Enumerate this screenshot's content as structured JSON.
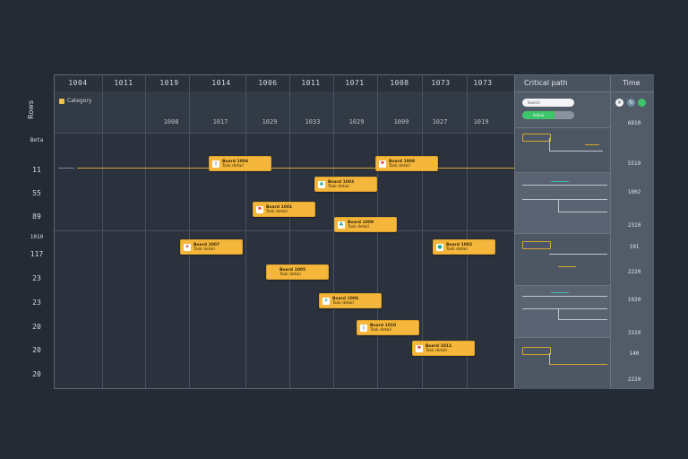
{
  "columns": [
    "1004",
    "1011",
    "1019",
    "1014",
    "1006",
    "1011",
    "1071",
    "1008",
    "1073",
    "1073"
  ],
  "subcolumns": [
    "1008",
    "1017",
    "1029",
    "1033",
    "1029",
    "1009",
    "1027",
    "1019"
  ],
  "legend_label": "Category",
  "side_title": "Rows",
  "row_labels": [
    "Beta",
    "11",
    "55",
    "89",
    "1010",
    "117",
    "23",
    "23",
    "20",
    "20",
    "20"
  ],
  "tasks": [
    {
      "name": "Board 1004",
      "detail": "Task detail",
      "icon": "doc-icon",
      "color": "#f4b73c"
    },
    {
      "name": "Board 1008",
      "detail": "Task detail",
      "icon": "flag-icon",
      "color": "#f4b73c"
    },
    {
      "name": "Board 1003",
      "detail": "Task detail",
      "icon": "leaf-icon",
      "color": "#f4b73c"
    },
    {
      "name": "Board 1001",
      "detail": "Task detail",
      "icon": "flag-icon",
      "color": "#f4b73c"
    },
    {
      "name": "Board 1009",
      "detail": "Task detail",
      "icon": "leaf-icon",
      "color": "#f4b73c"
    },
    {
      "name": "Board 1007",
      "detail": "Task detail",
      "icon": "bird-icon",
      "color": "#f4b73c"
    },
    {
      "name": "Board 1002",
      "detail": "Task detail",
      "icon": "globe-icon",
      "color": "#f4b73c"
    },
    {
      "name": "Board 1005",
      "detail": "Task detail",
      "icon": "doc-icon",
      "color": "#f4b73c"
    },
    {
      "name": "Board 1006",
      "detail": "Task detail",
      "icon": "bird-icon",
      "color": "#f4b73c"
    },
    {
      "name": "Board 1010",
      "detail": "Task detail",
      "icon": "doc-icon",
      "color": "#f4b73c"
    },
    {
      "name": "Board 1011",
      "detail": "Task detail",
      "icon": "flag-icon",
      "color": "#f4b73c"
    }
  ],
  "panel": {
    "title": "Critical path",
    "col2_title": "Time",
    "input_placeholder": "Search",
    "toggle_label": "Active",
    "numbers": [
      "6810",
      "5519",
      "1002",
      "2310",
      "101",
      "2220",
      "1020",
      "3310",
      "140",
      "2220"
    ]
  },
  "colors": {
    "background": "#252b35",
    "accent": "#f4b73c",
    "today_line": "#d4a72c",
    "toggle_on": "#3ec46a"
  }
}
